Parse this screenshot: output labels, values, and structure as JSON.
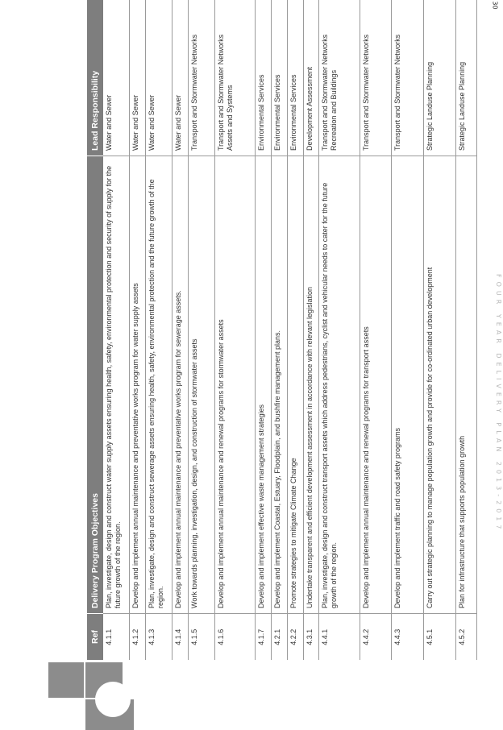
{
  "page_number": "30",
  "footer": "FOUR YEAR DELIVERY PLAN 2013-2017",
  "table": {
    "headers": {
      "ref": "Ref",
      "objectives": "Delivery Program Objectives",
      "lead": "Lead Responsibility"
    },
    "rows": [
      {
        "ref": "4.1.1",
        "objective": "Plan, investigate, design and construct water supply assets ensuring health, safety, environmental protection and security of supply for the future growth of the region.",
        "lead": [
          "Water and Sewer"
        ]
      },
      {
        "ref": "4.1.2",
        "objective": "Develop and implement annual maintenance and preventative works program for water supply assets",
        "lead": [
          "Water and Sewer"
        ]
      },
      {
        "ref": "4.1.3",
        "objective": "Plan, investigate, design and construct sewerage assets ensuring health, safety, environmental protection and the future growth of the region.",
        "lead": [
          "Water and Sewer"
        ]
      },
      {
        "ref": "4.1.4",
        "objective": "Develop and implement annual maintenance and preventative works program for sewerage assets.",
        "lead": [
          "Water and Sewer"
        ]
      },
      {
        "ref": "4.1.5",
        "objective": "Work towards planning, investigation, design, and construction of stormwater assets",
        "lead": [
          "Transport and Stormwater Networks"
        ]
      },
      {
        "ref": "4.1.6",
        "objective": "Develop and implement annual maintenance and renewal programs for stormwater assets",
        "lead": [
          "Transport and Stormwater Networks",
          "Assets and Systems"
        ]
      },
      {
        "ref": "4.1.7",
        "objective": "Develop and implement effective waste management strategies",
        "lead": [
          "Environmental Services"
        ]
      },
      {
        "ref": "4.2.1",
        "objective": "Develop and implement Coastal, Estuary, Floodplain, and bushfire management plans.",
        "lead": [
          "Environmental Services"
        ]
      },
      {
        "ref": "4.2.2",
        "objective": "Promote strategies to mitigate Climate Change",
        "lead": [
          "Environmental Services"
        ]
      },
      {
        "ref": "4.3.1",
        "objective": "Undertake transparent and efficient development assessment in accordance with relevant legislation",
        "lead": [
          "Development Assessment"
        ]
      },
      {
        "ref": "4.4.1",
        "objective": "Plan, investigate, design and construct transport assets which address pedestrians, cyclist and vehicular needs to cater for the future growth of the region.",
        "lead": [
          "Transport and Stormwater Networks",
          "Recreation and Buildings"
        ]
      },
      {
        "ref": "4.4.2",
        "objective": "Develop and implement annual maintenance and renewal programs for transport assets",
        "lead": [
          "Transport and Stormwater Networks"
        ]
      },
      {
        "ref": "4.4.3",
        "objective": "Develop and implement traffic and road safety programs",
        "lead": [
          "Transport and Stormwater Networks"
        ]
      },
      {
        "ref": "4.5.1",
        "objective": "Carry out strategic planning to manage population growth and provide for co-ordinated urban development",
        "lead": [
          "Strategic Landuse Planning"
        ]
      },
      {
        "ref": "4.5.2",
        "objective": "Plan for infrastructure that supports population growth",
        "lead": [
          "Strategic Landuse Planning"
        ]
      }
    ]
  },
  "colors": {
    "header_bg": "#7e7e7e",
    "header_text": "#ffffff",
    "decoration": "#8c8c8c"
  }
}
